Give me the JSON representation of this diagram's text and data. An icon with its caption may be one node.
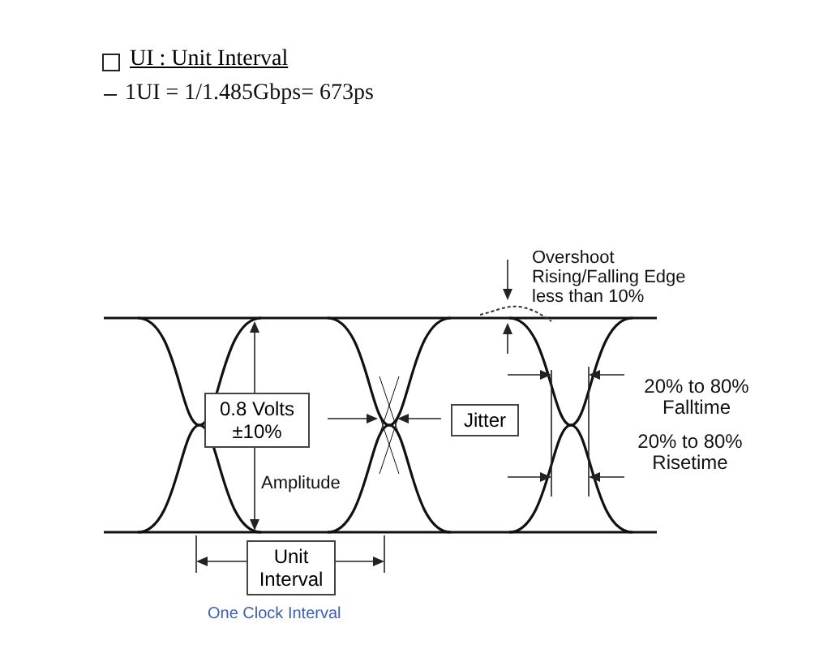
{
  "diagram": {
    "title": "UI : Unit Interval",
    "nodes": [
      {
        "text": [
          "0.8 Volts ±10%"
        ]
      },
      {
        "text": [
          "Jitter"
        ]
      },
      {
        "text": [
          "Unit Interval"
        ]
      }
    ],
    "edges": [],
    "labels": [
      "1UI = 1/1.485Gbps= 673ps",
      "Overshoot Rising/Falling Edge less than 10%",
      "20% to 80% Falltime",
      "20% to 80% Risetime",
      "Amplitude",
      "One Clock Interval"
    ]
  }
}
